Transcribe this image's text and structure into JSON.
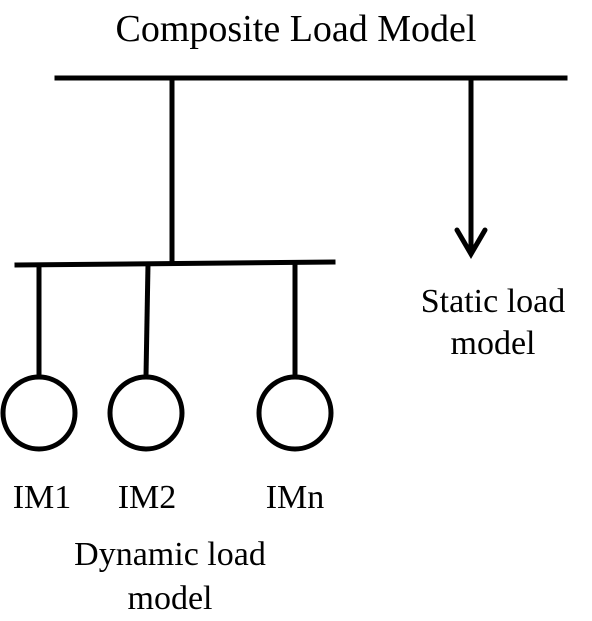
{
  "title": "Composite Load Model",
  "static_load": {
    "line1": "Static load",
    "line2": "model"
  },
  "motors": [
    {
      "label": "IM1"
    },
    {
      "label": "IM2"
    },
    {
      "label": "IMn"
    }
  ],
  "dynamic_load": {
    "line1": "Dynamic load",
    "line2": "model"
  },
  "colors": {
    "line": "#000000",
    "background": "#ffffff"
  }
}
